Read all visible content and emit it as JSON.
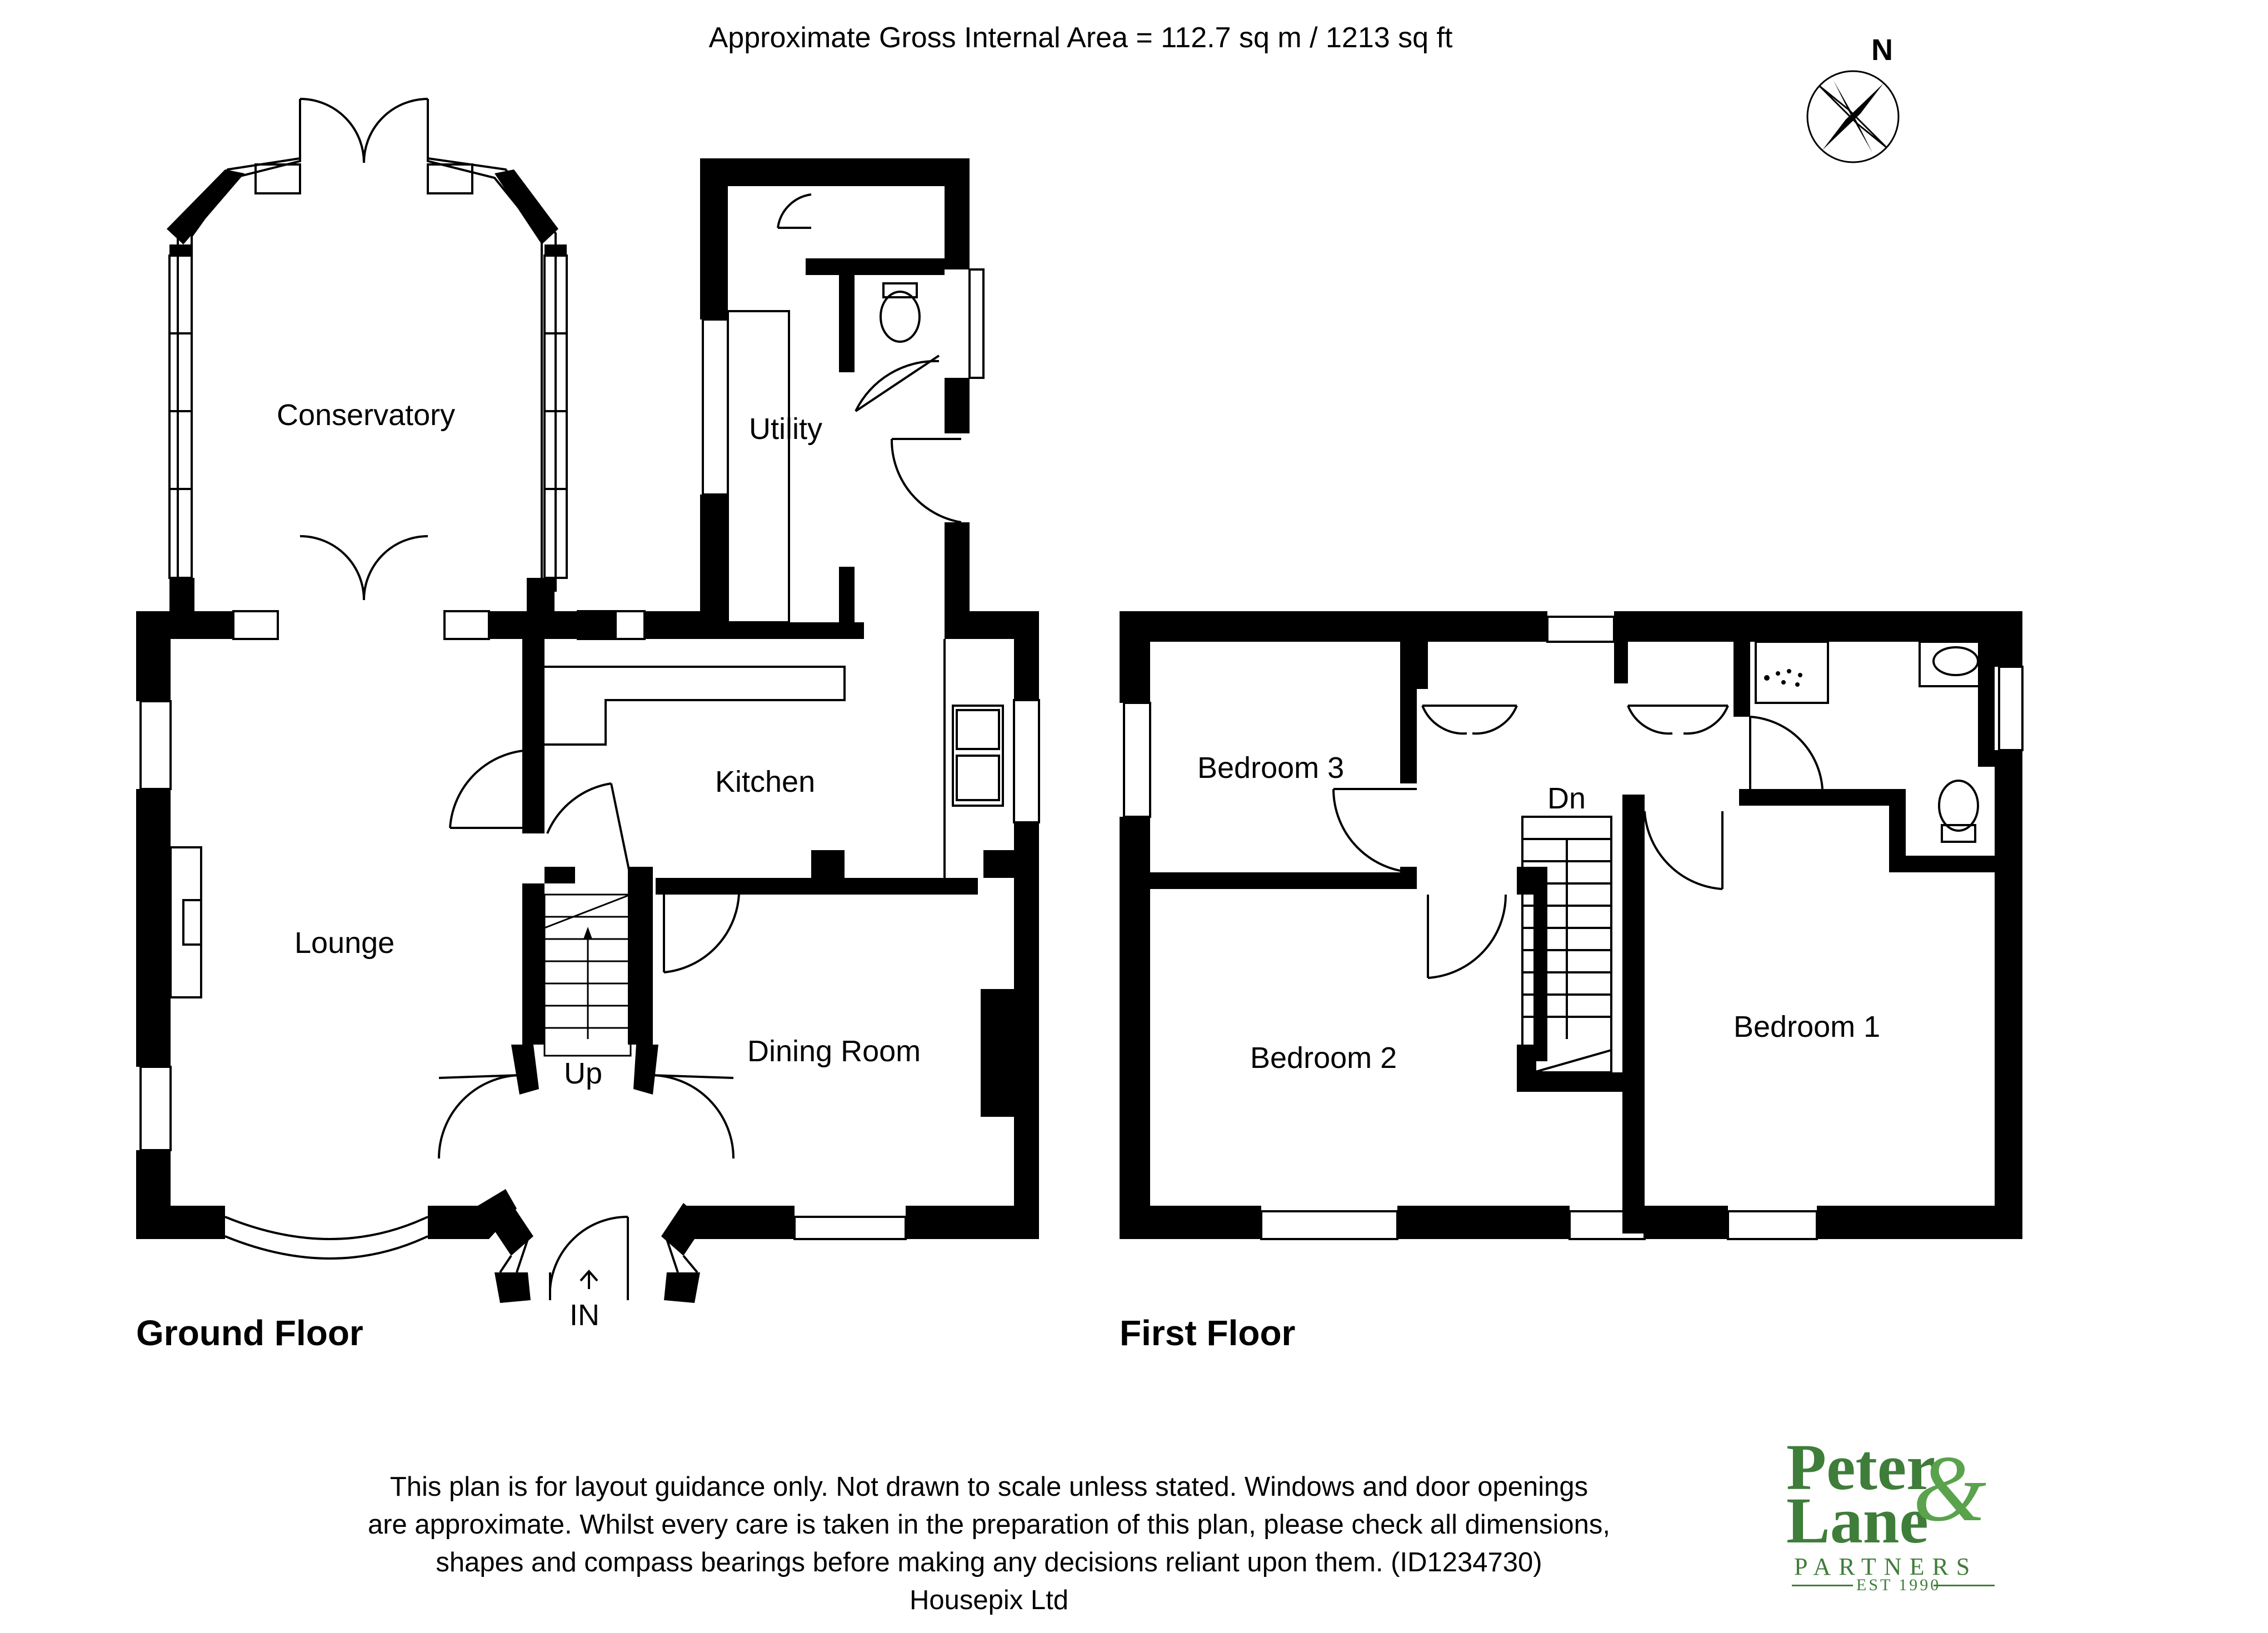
{
  "header": {
    "area": "Approximate Gross Internal Area = 112.7 sq m / 1213 sq ft"
  },
  "compass": {
    "label": "N"
  },
  "ground_floor": {
    "title": "Ground Floor",
    "rooms": {
      "conservatory": "Conservatory",
      "utility": "Utility",
      "kitchen": "Kitchen",
      "lounge": "Lounge",
      "dining_room": "Dining Room",
      "stairs_up": "Up",
      "entrance": "IN"
    }
  },
  "first_floor": {
    "title": "First Floor",
    "rooms": {
      "bedroom3": "Bedroom 3",
      "bedroom2": "Bedroom 2",
      "bedroom1": "Bedroom 1",
      "stairs_down": "Dn"
    }
  },
  "disclaimer": {
    "line1": "This plan is for layout guidance only. Not drawn to scale unless stated. Windows and door openings",
    "line2": "are approximate. Whilst every care is taken in the preparation of this plan, please check all dimensions,",
    "line3": "shapes and compass bearings before making any decisions reliant upon them. (ID1234730)",
    "line4": "Housepix Ltd"
  },
  "logo": {
    "line1": "Peter",
    "line2": "Lane",
    "ampersand": "&",
    "partners": "PARTNERS",
    "est": "EST 1990",
    "colors": {
      "primary": "#3f7d3a",
      "accent": "#5aa24c"
    }
  }
}
